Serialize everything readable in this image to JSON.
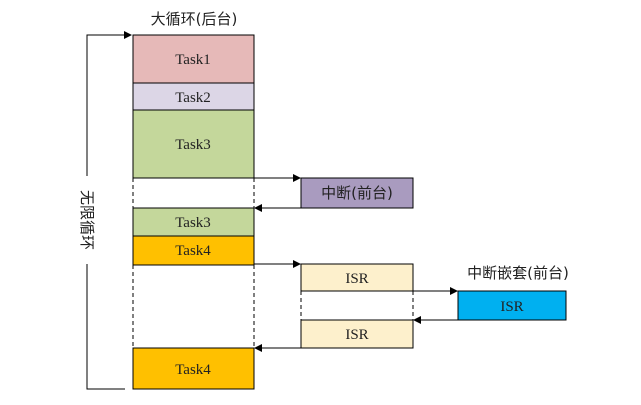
{
  "titles": {
    "main_loop": "大循环(后台)",
    "infinite_loop": "无限循环",
    "nested_interrupt": "中断嵌套(前台)"
  },
  "blocks": {
    "task1": {
      "label": "Task1",
      "color": "#e6b9b8"
    },
    "task2": {
      "label": "Task2",
      "color": "#dcd6e6"
    },
    "task3a": {
      "label": "Task3",
      "color": "#c4d79b"
    },
    "interrupt": {
      "label": "中断(前台)",
      "color": "#a99bbf"
    },
    "task3b": {
      "label": "Task3",
      "color": "#c4d79b"
    },
    "task4a": {
      "label": "Task4",
      "color": "#ffc000"
    },
    "isr1": {
      "label": "ISR",
      "color": "#fdf0cc"
    },
    "isr_nested": {
      "label": "ISR",
      "color": "#00b0f0"
    },
    "isr2": {
      "label": "ISR",
      "color": "#fdf0cc"
    },
    "task4b": {
      "label": "Task4",
      "color": "#ffc000"
    }
  }
}
